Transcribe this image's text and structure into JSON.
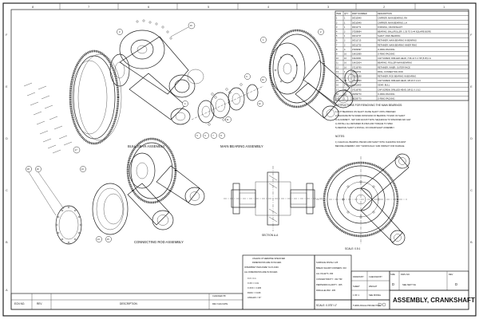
{
  "zones": {
    "top": [
      "8",
      "7",
      "6",
      "5",
      "4",
      "3",
      "2",
      "1"
    ],
    "side": [
      "F",
      "E",
      "D",
      "C",
      "B",
      "A"
    ]
  },
  "views": {
    "bull_gear": "BULL GEAR ASSEMBLY",
    "main_bearing": "MAIN BEARING ASSEMBLY",
    "connecting_rod": "CONNECTING ROD ASSEMBLY",
    "section": "SECTION A-A",
    "scale_note": "SCALE: 0.5:1"
  },
  "bom": {
    "headers": [
      "ITEM",
      "QTY",
      "PART NUMBER",
      "DESCRIPTION"
    ],
    "rows": [
      [
        "1",
        "1",
        "00310940",
        "CARRIER, MAIN BEARING, RH"
      ],
      [
        "2",
        "1",
        "00310940",
        "CARRIER, MAIN BEARING, LH"
      ],
      [
        "3",
        "1",
        "00311771",
        "FORGING, CRANKSHAFT"
      ],
      [
        "4",
        "2",
        "07208684",
        "BEARING, BALL/ROLLER, 1.35 TO 5.44 SQUARE BORE"
      ],
      [
        "5",
        "1",
        "00311737",
        "SHAFT, MAIN BEARING"
      ],
      [
        "6",
        "2",
        "00311713",
        "RETAINER, MAIN BEARING IN BEARING"
      ],
      [
        "7",
        "2",
        "00311730",
        "RETAINER, MAIN BEARING INNER RING"
      ],
      [
        "8",
        "4",
        "07209397",
        "O-RING PACKING"
      ],
      [
        "9",
        "16",
        "01421999",
        "O-RING PACKING"
      ],
      [
        "10",
        "16",
        "01422001",
        "CAP SCREW, DRILLED HEAD, 7/16-14 X 2-7/8 (5.25) LG"
      ],
      [
        "11",
        "16",
        "01422004",
        "BEARING, ROLLER MAIN BEARING"
      ],
      [
        "12",
        "16",
        "07219799",
        "RETAINER, INNER, OUTER RACE"
      ],
      [
        "13",
        "1",
        "00311701",
        "RING, CONNECTING ROD"
      ],
      [
        "14",
        "2",
        "07209398",
        "RETAINER, ROD BEARING IN BEARING"
      ],
      [
        "15",
        "48",
        "07200800",
        "CAP SCREW, DRILLED HEAD, 3/8-16 X 1-1/4"
      ],
      [
        "16",
        "1",
        "00311600",
        "GEAR, BULL"
      ],
      [
        "17",
        "48",
        "07219795",
        "CAP SCREW, DRILLED HEAD, 5/8-11 X 1-1/2"
      ],
      [
        "18",
        "16",
        "00259770",
        "O-RING PACKING"
      ],
      [
        "19",
        "1",
        "00259770",
        "O-RING PACKING"
      ]
    ]
  },
  "instructions": {
    "heading": "INSTRUCTIONS FOR REMOVING THE MAIN BEARINGS:",
    "steps": [
      "1) PUT BEARINGS ON SHAFT. RAISE SHAFT UNTIL PRESSED",
      "2) MEASURE BOTH SIDES FROM END OF BEARING TO END OF SHAFT",
      "3) ALIGNMENT - SET AND ADJUST WITH SEQUENCE TO SPECIFIED AIR GAP",
      "4) INSTALL ALL RETAINER PLATES AND TORQUE TO SPEC",
      "5) REMOVE SHAFT & INSTALL ON CRANKSHAFT ASSEMBLY"
    ],
    "notes_heading": "NOTES:",
    "notes": [
      "1) CLEAN ALL BEARING PIECES AND SHAFT WITH CLEANING SOLVENT",
      "   BEFORE ASSEMBLY. DRY THOROUGHLY AND INSPECT FOR DAMAGE."
    ]
  },
  "title_block": {
    "unless_specified": "UNLESS OTHERWISE SPECIFIED",
    "dims_in": "DIMENSIONS ARE IN INCHES",
    "interpret": "INTERPRET PER ASME Y14.5-1994",
    "tol_title": "ALL DIMENSIONS ARE IN INCHES",
    "tolerances": [
      "X.X = ±.1",
      "X.XX = ±.01",
      "X.XXX = ±.005",
      "FRAC = ±1/16",
      "ANGLES = ±1°"
    ],
    "finish": [
      "SURFACE FINISH: 125",
      "BREAK SHARP CORNERS .010",
      "ALL FILLETS .030",
      "CONCENTRICITY: .002 TIR",
      "PERPENDICULARITY: .005",
      "PARALLELISM: .005"
    ],
    "changed_by": "CHANGED BY",
    "rev_date": "REV CHG DATE",
    "scale": "SCALE: 0.075\"=1\"",
    "projection": "THIRD ANGLE PROJECTION",
    "drawn_by": "DRAWN BY",
    "checked_by": "CHECKED BY",
    "sheet_label": "SHEET",
    "sheet_value": "1 OF 1",
    "weight_label": "WEIGHT",
    "weight_value": "SEE MODEL",
    "size_label": "SIZE",
    "size_value": "D",
    "dwg_label": "DWG NO.",
    "dwg_value": "SEE NEXT SH",
    "rev_label": "REV",
    "rev_value": "D",
    "title": "ASSEMBLY, CRANKSHAFT",
    "ecn_no": "ECN NO.",
    "rev": "REV",
    "description": "DESCRIPTION"
  },
  "balloons": [
    "1",
    "2",
    "3",
    "4",
    "5",
    "6",
    "7",
    "8",
    "9",
    "10",
    "11",
    "12",
    "13",
    "14",
    "15",
    "16",
    "17",
    "18",
    "19"
  ]
}
